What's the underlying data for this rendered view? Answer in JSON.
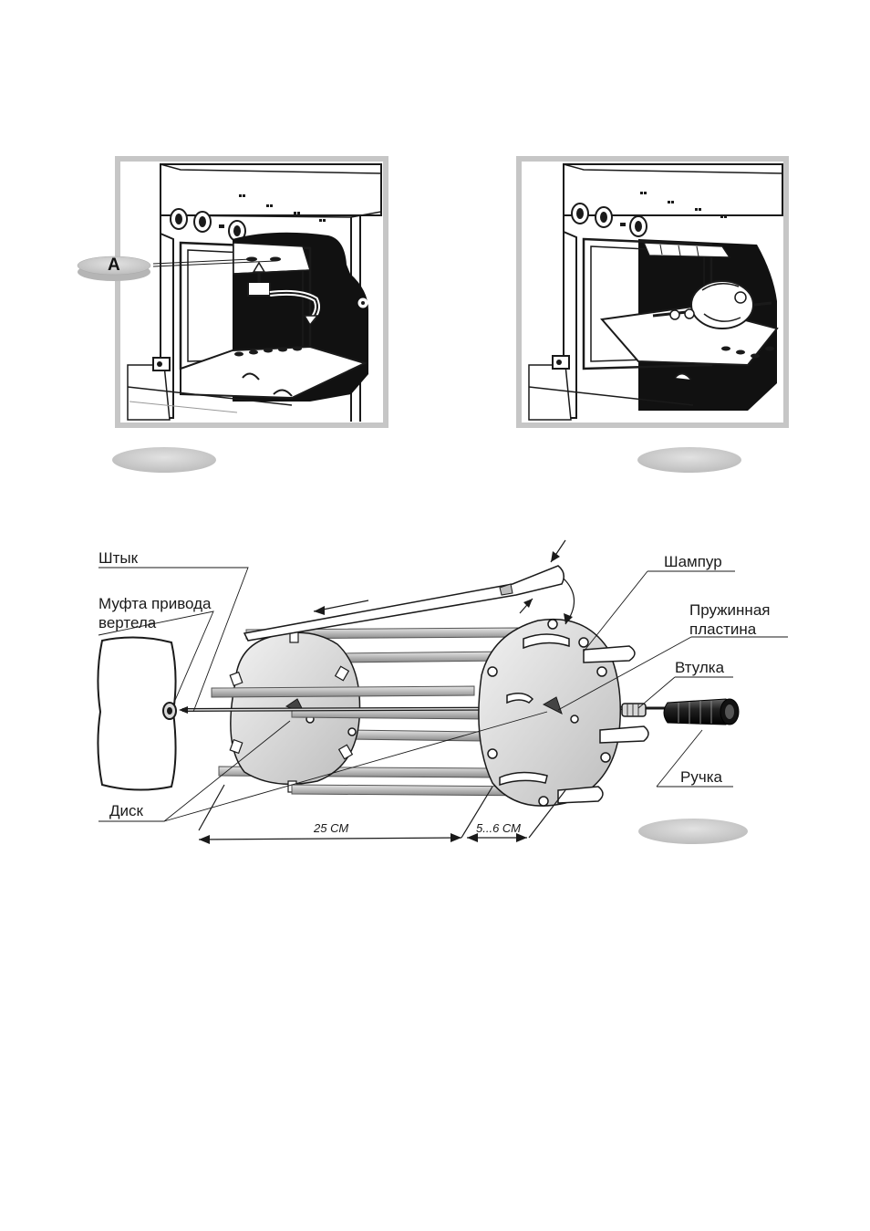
{
  "figure_a": {
    "callout": "A"
  },
  "figure_c": {
    "labels": {
      "shtyk": "Штык",
      "mufta_line1": "Муфта привода",
      "mufta_line2": "вертела",
      "disk": "Диск",
      "shampur": "Шампур",
      "plastina_line1": "Пружинная",
      "plastina_line2": "пластина",
      "vtulka": "Втулка",
      "ruchka": "Ручка"
    },
    "dimensions": {
      "length": "25 СМ",
      "offset": "5...6 СМ"
    }
  },
  "colors": {
    "frame": "#c8c8c8",
    "badge": "#cccccc",
    "ink": "#1a1a1a",
    "oven_dark": "#111111"
  }
}
